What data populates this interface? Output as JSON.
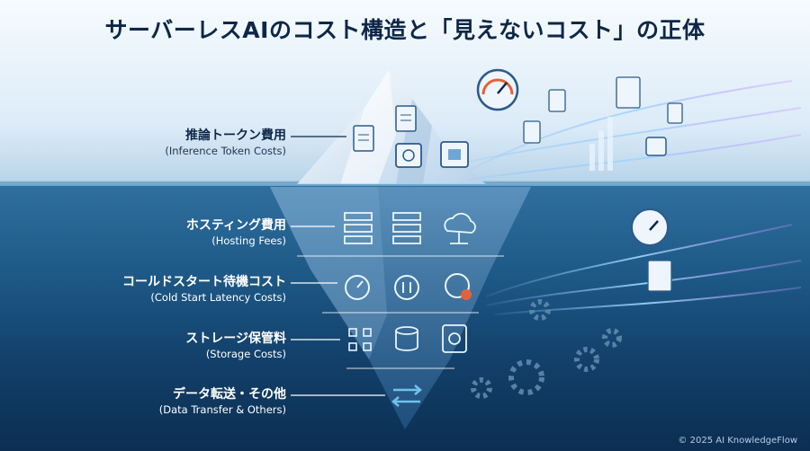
{
  "title": "サーバーレスAIのコスト構造と「見えないコスト」の正体",
  "layers": [
    {
      "ja": "推論トークン費用",
      "en": "(Inference Token Costs)"
    },
    {
      "ja": "ホスティング費用",
      "en": "(Hosting Fees)"
    },
    {
      "ja": "コールドスタート待機コスト",
      "en": "(Cold Start Latency Costs)"
    },
    {
      "ja": "ストレージ保管料",
      "en": "(Storage Costs)"
    },
    {
      "ja": "データ転送・その他",
      "en": "(Data Transfer & Others)"
    }
  ],
  "credit": "© 2025 AI KnowledgeFlow",
  "colors": {
    "title": "#0e2748",
    "ice": "#e9f2fb",
    "water": "#1e5a88",
    "accent": "#6fc2f0"
  }
}
